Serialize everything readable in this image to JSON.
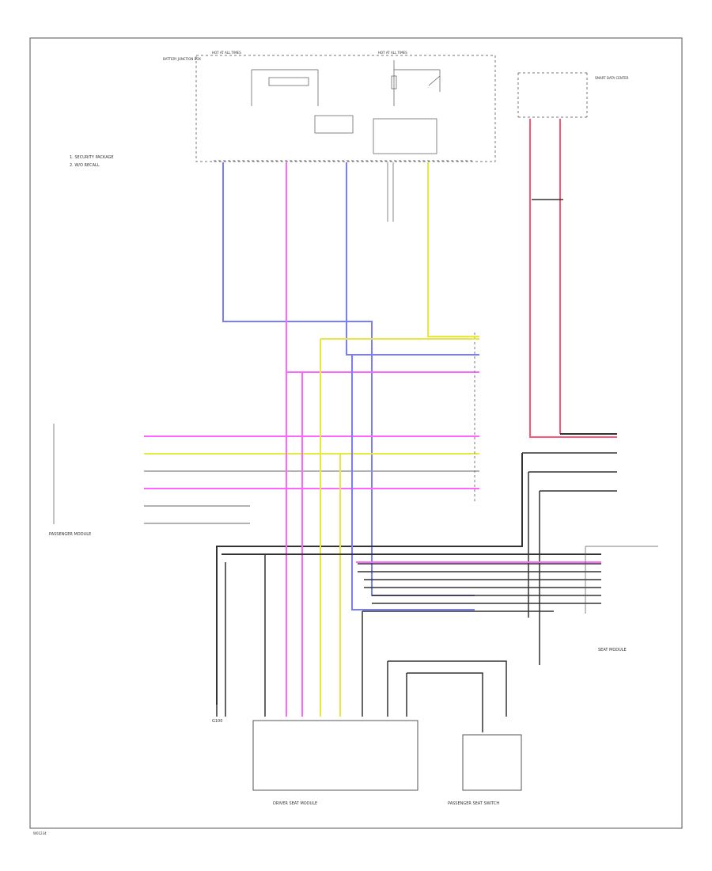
{
  "diagram": {
    "footer_code": "W01234",
    "fuse_box_header_left": "HOT AT ALL TIMES",
    "fuse_box_header_right": "HOT AT ALL TIMES",
    "battery_junction_label": "BATTERY JUNCTION BOX",
    "fuse_center_label": "SMART DATA CENTER",
    "notes": [
      "1. SECURITY PACKAGE",
      "2. W/O RECALL"
    ],
    "left_connector_label": "PASSENGER MODULE",
    "seat_module_label": "SEAT MODULE",
    "driver_seat_module_label": "DRIVER SEAT MODULE",
    "passenger_seat_switch_label": "PASSENGER SEAT SWITCH",
    "ground_label": "G100",
    "colors": {
      "blue": "#7b7bff",
      "pink": "#ff66ff",
      "yellow": "#e8e840",
      "red": "#ff5577",
      "black": "#333333",
      "gray": "#999999"
    }
  }
}
